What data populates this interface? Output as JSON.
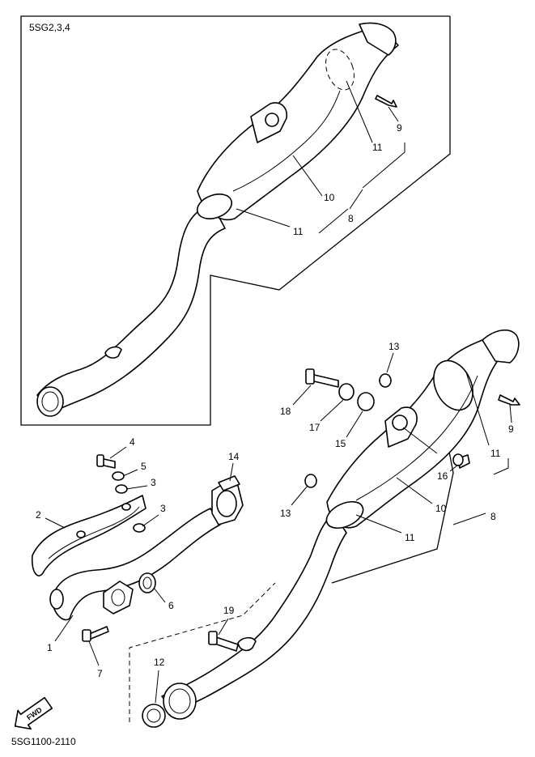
{
  "header": {
    "model_code": "5SG2,3,4"
  },
  "footer": {
    "diagram_code": "5SG1100-2110"
  },
  "fwd_badge": {
    "label": "FWD"
  },
  "callouts": {
    "c1": "1",
    "c2": "2",
    "c3a": "3",
    "c3b": "3",
    "c4": "4",
    "c5": "5",
    "c6": "6",
    "c7": "7",
    "c8a": "8",
    "c8b": "8",
    "c9a": "9",
    "c9b": "9",
    "c10a": "10",
    "c10b": "10",
    "c11a": "11",
    "c11b": "11",
    "c11c": "11",
    "c11d": "11",
    "c12": "12",
    "c13a": "13",
    "c13b": "13",
    "c14": "14",
    "c15": "15",
    "c16": "16",
    "c17": "17",
    "c18": "18",
    "c19": "19"
  }
}
